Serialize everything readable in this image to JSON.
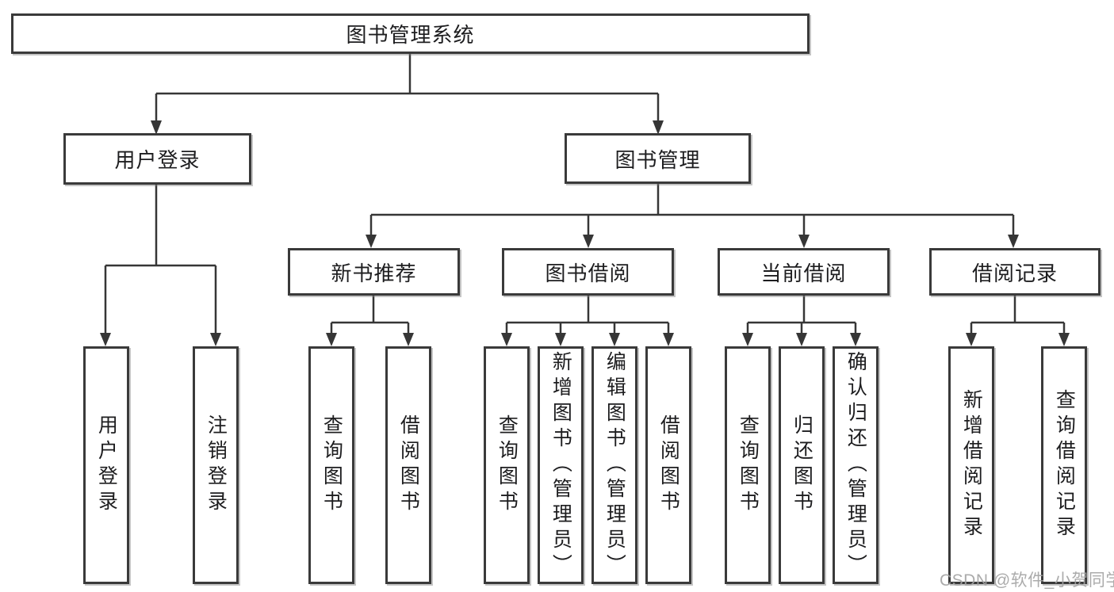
{
  "diagram": {
    "type": "tree",
    "root": {
      "label": "图书管理系统",
      "children": [
        {
          "label": "用户登录",
          "children": [
            {
              "label": "用户登录"
            },
            {
              "label": "注销登录"
            }
          ]
        },
        {
          "label": "图书管理",
          "children": [
            {
              "label": "新书推荐",
              "children": [
                {
                  "label": "查询图书"
                },
                {
                  "label": "借阅图书"
                }
              ]
            },
            {
              "label": "图书借阅",
              "children": [
                {
                  "label": "查询图书"
                },
                {
                  "label": "新增图书（管理员）"
                },
                {
                  "label": "编辑图书（管理员）"
                },
                {
                  "label": "借阅图书"
                }
              ]
            },
            {
              "label": "当前借阅",
              "children": [
                {
                  "label": "查询图书"
                },
                {
                  "label": "归还图书"
                },
                {
                  "label": "确认归还（管理员）"
                }
              ]
            },
            {
              "label": "借阅记录",
              "children": [
                {
                  "label": "新增借阅记录"
                },
                {
                  "label": "查询借阅记录"
                }
              ]
            }
          ]
        }
      ]
    }
  },
  "watermark": {
    "text": "CSDN @软件_小贺同学"
  },
  "colors": {
    "line": "#363636",
    "border": "#3a3a3a",
    "text": "#1d1d1f",
    "background": "#ffffff",
    "watermark": "#a3a3a3"
  }
}
